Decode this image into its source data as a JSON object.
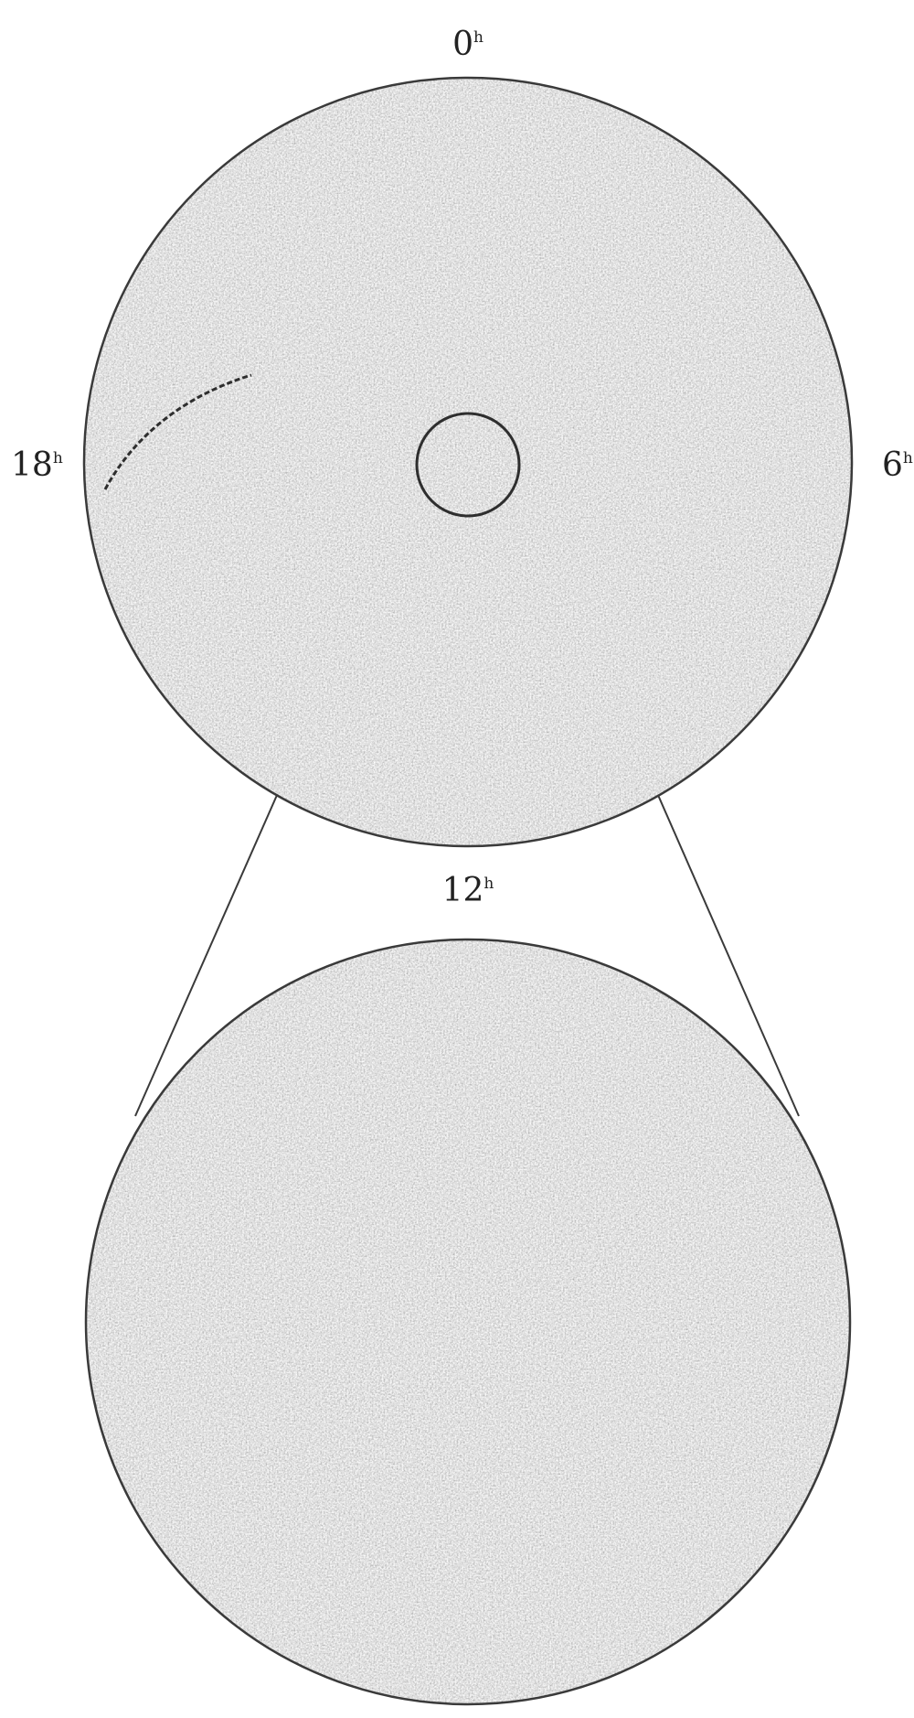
{
  "hour_labels": {
    "top": {
      "value": "0",
      "unit": "h"
    },
    "right": {
      "value": "6",
      "unit": "h"
    },
    "bottom": {
      "value": "12",
      "unit": "h"
    },
    "left": {
      "value": "18",
      "unit": "h"
    }
  },
  "colors": {
    "background": "#ffffff",
    "disk_fill": "#9a9a9a",
    "outline": "#3a3a3a",
    "dot_dark": "#4a4a4a",
    "dot_light": "#ffffff",
    "label": "#222222"
  }
}
